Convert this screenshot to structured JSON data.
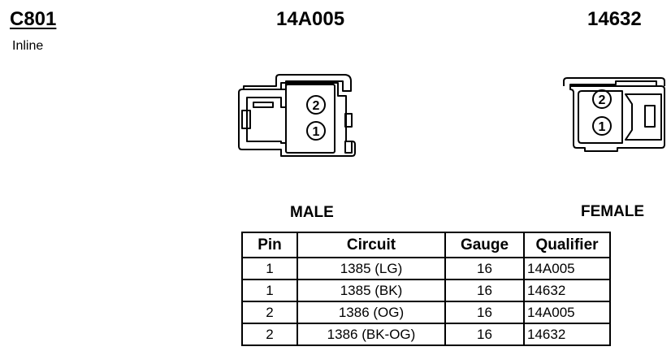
{
  "connector": {
    "id": "C801",
    "type": "Inline"
  },
  "male": {
    "part": "14A005",
    "label": "MALE",
    "pins": [
      "2",
      "1"
    ]
  },
  "female": {
    "part": "14632",
    "label": "FEMALE",
    "pins": [
      "2",
      "1"
    ]
  },
  "table": {
    "headers": [
      "Pin",
      "Circuit",
      "Gauge",
      "Qualifier"
    ],
    "rows": [
      {
        "pin": "1",
        "circuit": "1385 (LG)",
        "gauge": "16",
        "qualifier": "14A005"
      },
      {
        "pin": "1",
        "circuit": "1385 (BK)",
        "gauge": "16",
        "qualifier": "14632"
      },
      {
        "pin": "2",
        "circuit": "1386 (OG)",
        "gauge": "16",
        "qualifier": "14A005"
      },
      {
        "pin": "2",
        "circuit": "1386 (BK-OG)",
        "gauge": "16",
        "qualifier": "14632"
      }
    ]
  }
}
